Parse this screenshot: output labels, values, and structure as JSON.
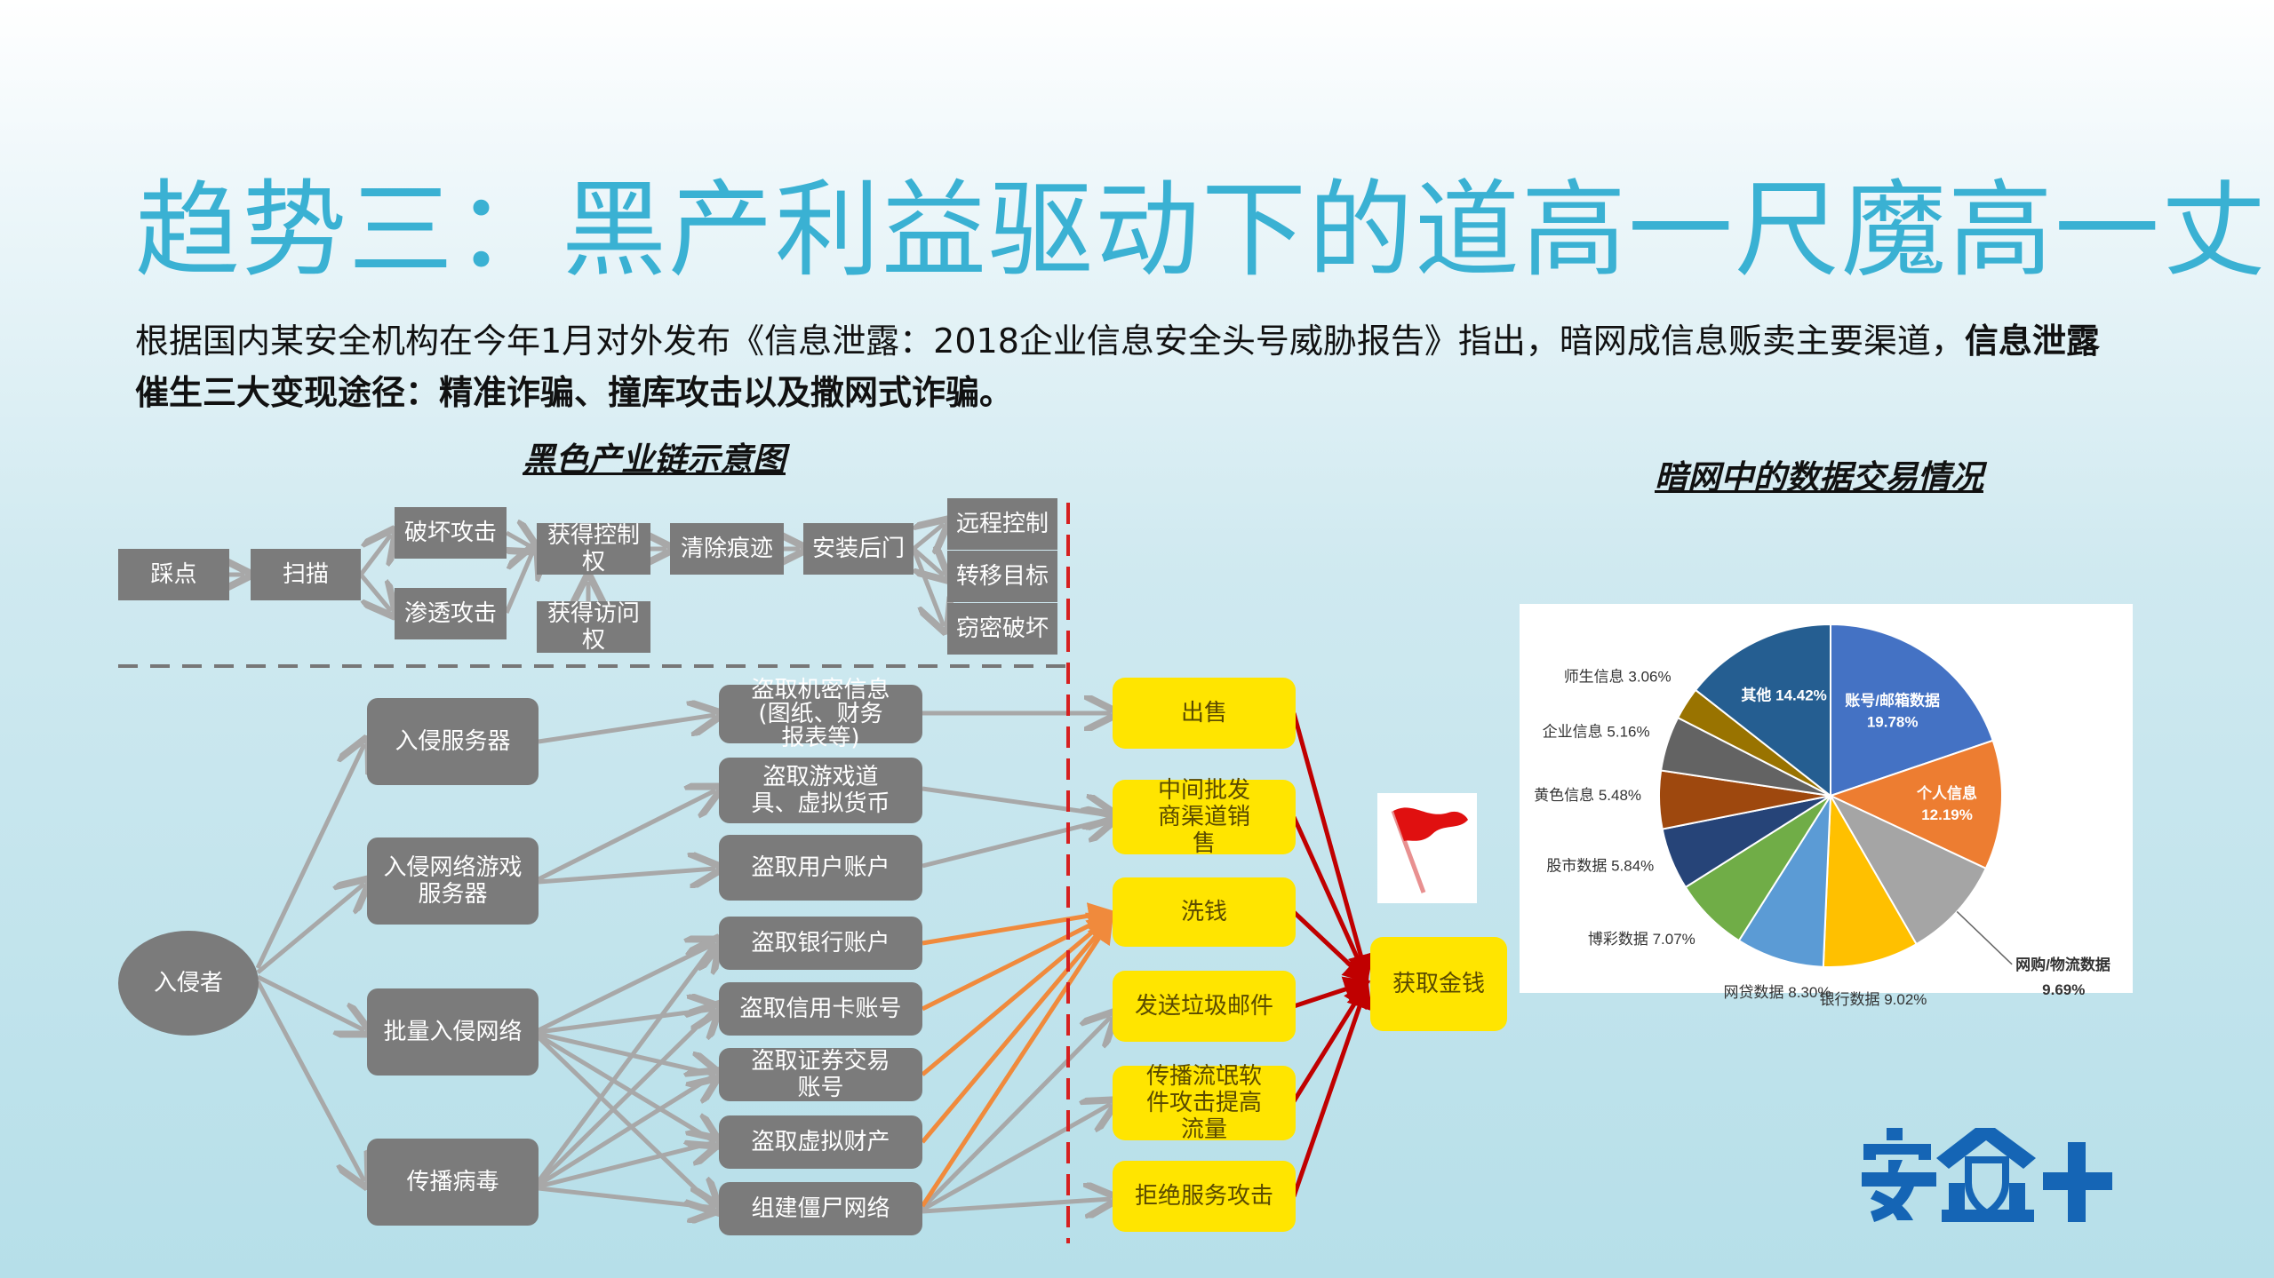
{
  "title": "趋势三：黑产利益驱动下的道高一尺魔高一丈",
  "desc": {
    "normal": "根据国内某安全机构在今年1月对外发布《信息泄露：2018企业信息安全头号威胁报告》指出，暗网成信息贩卖主要渠道，",
    "bold": "信息泄露催生三大变现途径：精准诈骗、撞库攻击以及撒网式诈骗。"
  },
  "left_caption": "黑色产业链示意图",
  "right_caption": "暗网中的数据交易情况",
  "top_chain": {
    "steps": [
      "踩点",
      "扫描",
      "破坏攻击",
      "渗透攻击",
      "获得控制权",
      "获得访问权",
      "清除痕迹",
      "安装后门",
      "远程控制",
      "转移目标",
      "窃密破坏"
    ]
  },
  "intruder": "入侵者",
  "methods": [
    "入侵服务器",
    "入侵网络游戏服务器",
    "批量入侵网络",
    "传播病毒"
  ],
  "thefts": [
    "盗取机密信息(图纸、财务报表等)",
    "盗取游戏道具、虚拟货币",
    "盗取用户账户",
    "盗取银行账户",
    "盗取信用卡账号",
    "盗取证券交易账号",
    "盗取虚拟财产",
    "组建僵尸网络"
  ],
  "monetize": [
    "出售",
    "中间批发商渠道销售",
    "洗钱",
    "发送垃圾邮件",
    "传播流氓软件攻击提高流量",
    "拒绝服务攻击"
  ],
  "goal": "获取金钱",
  "flag_icon": "red-flag-icon",
  "colors": {
    "title": "#3ab1d3",
    "gray_box": "#7b7b7b",
    "yellow_box": "#ffe500",
    "red_arrow": "#c00000",
    "orange_arrow": "#f08a3c",
    "gray_arrow": "#a8a8a8",
    "logo": "#1565b5"
  },
  "chart_data": {
    "type": "pie",
    "title": "",
    "slices": [
      {
        "name": "账号/邮箱数据",
        "value": 19.78,
        "color": "#4472c4"
      },
      {
        "name": "个人信息",
        "value": 12.19,
        "color": "#ed7d31"
      },
      {
        "name": "网购/物流数据",
        "value": 9.69,
        "color": "#a5a5a5"
      },
      {
        "name": "银行数据",
        "value": 9.02,
        "color": "#ffc000"
      },
      {
        "name": "网贷数据",
        "value": 8.3,
        "color": "#5b9bd5"
      },
      {
        "name": "博彩数据",
        "value": 7.07,
        "color": "#70ad47"
      },
      {
        "name": "股市数据",
        "value": 5.84,
        "color": "#264478"
      },
      {
        "name": "黄色信息",
        "value": 5.48,
        "color": "#9e480e"
      },
      {
        "name": "企业信息",
        "value": 5.16,
        "color": "#636363"
      },
      {
        "name": "师生信息",
        "value": 3.06,
        "color": "#997300"
      },
      {
        "name": "其他",
        "value": 14.42,
        "color": "#255e91"
      }
    ],
    "labels": [
      "账号/邮箱数据 19.78%",
      "个人信息 12.19%",
      "网购/物流数据 9.69%",
      "银行数据 9.02%",
      "网贷数据 8.30%",
      "博彩数据 7.07%",
      "股市数据 5.84%",
      "黄色信息 5.48%",
      "企业信息 5.16%",
      "师生信息 3.06%",
      "其他 14.42%"
    ]
  },
  "logo": "安全+"
}
